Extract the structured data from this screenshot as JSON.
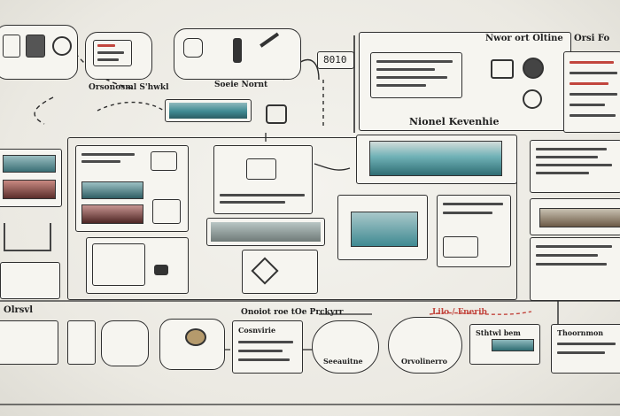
{
  "labels": {
    "header_right_a": "Nwor ort Oltine",
    "header_right_b": "Orsi Fo",
    "rss_box": "8010",
    "center_caption": "Nionel Kevenhie",
    "caption_a": "Orsonosml S'hwkl",
    "caption_b": "Soeie Nornt",
    "caption_left_b": "Olrsvl",
    "caption_bottom": "Onoiot roe tOe Prckyrr",
    "caption_bottom_red": "Lilo / Fnerib",
    "card_title_a": "Cosnvirie",
    "badge_a": "Seeauitne",
    "badge_b": "Orvolinerro",
    "card_title_b": "Sthtwl bem",
    "card_title_c": "Thoornmon"
  },
  "colors": {
    "ink": "#2b2b2b",
    "accent_red": "#c2453d",
    "teal": "#3f8a92",
    "paper": "#f6f5f0"
  }
}
